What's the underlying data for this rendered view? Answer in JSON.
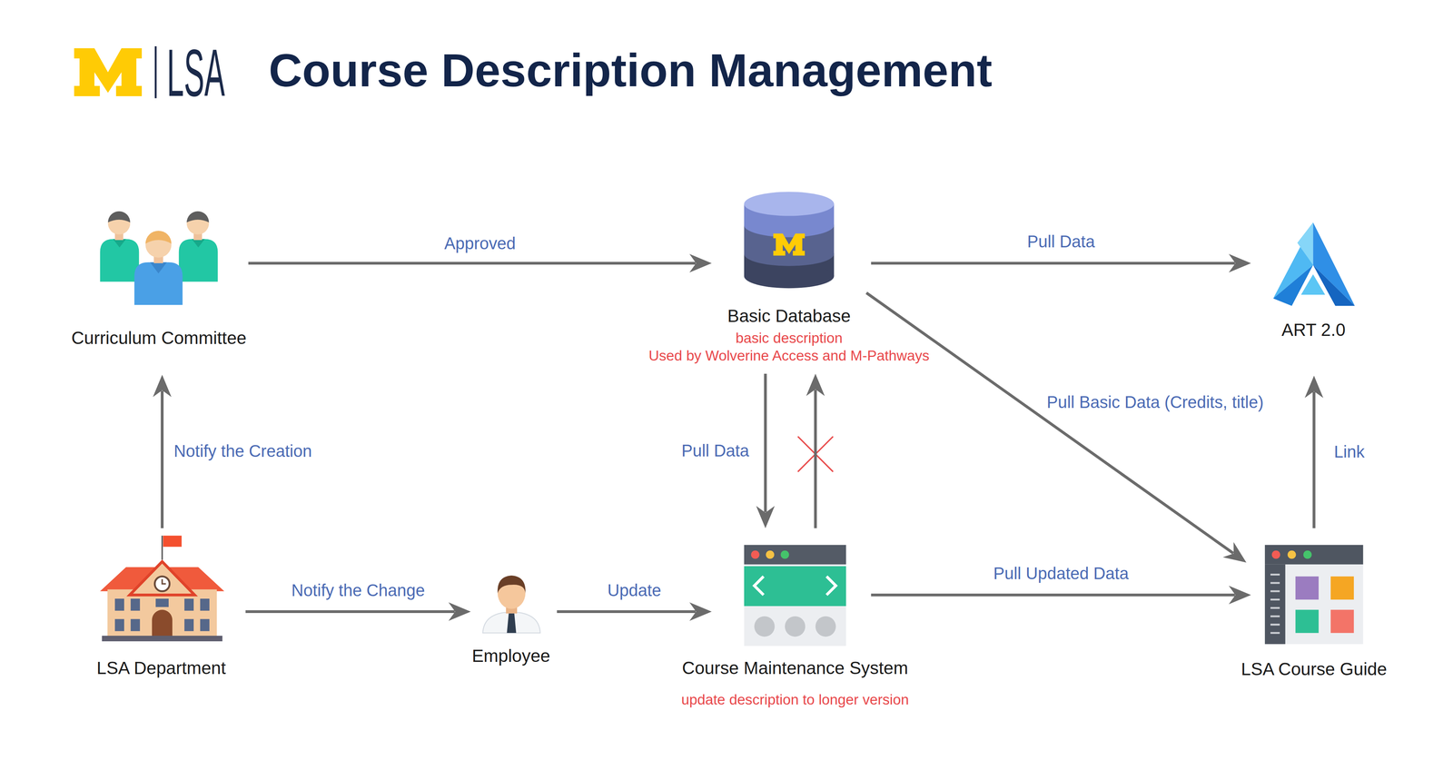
{
  "diagram": {
    "title": "Course Description Management",
    "nodes": [
      {
        "text": [
          "Curriculum Committee"
        ]
      },
      {
        "text": [
          "Basic Database",
          "basic description",
          "Used by Wolverine Access and M-Pathways"
        ]
      },
      {
        "text": [
          "ART 2.0"
        ]
      },
      {
        "text": [
          "LSA Department"
        ]
      },
      {
        "text": [
          "Employee"
        ]
      },
      {
        "text": [
          "Course Maintenance System",
          "update description to longer version"
        ]
      },
      {
        "text": [
          "LSA Course Guide"
        ]
      }
    ],
    "edges": [
      {
        "from": 0,
        "to": 1,
        "label": "Approved",
        "arrow": "to"
      },
      {
        "from": 1,
        "to": 2,
        "label": "Pull Data",
        "arrow": "to"
      },
      {
        "from": 1,
        "to": 6,
        "label": "Pull Basic Data (Credits, title)",
        "arrow": "to"
      },
      {
        "from": 1,
        "to": 5,
        "label": "Pull Data",
        "arrow": "to"
      },
      {
        "from": 5,
        "to": 1,
        "arrow": "to"
      },
      {
        "from": 3,
        "to": 0,
        "label": "Notify the Creation",
        "arrow": "to"
      },
      {
        "from": 6,
        "to": 2,
        "label": "Link",
        "arrow": "to"
      },
      {
        "from": 3,
        "to": 4,
        "label": "Notify the Change",
        "arrow": "to"
      },
      {
        "from": 4,
        "to": 5,
        "label": "Update",
        "arrow": "to"
      },
      {
        "from": 5,
        "to": 6,
        "label": "Pull Updated Data",
        "arrow": "to"
      }
    ],
    "labels": [
      "LSA"
    ]
  }
}
